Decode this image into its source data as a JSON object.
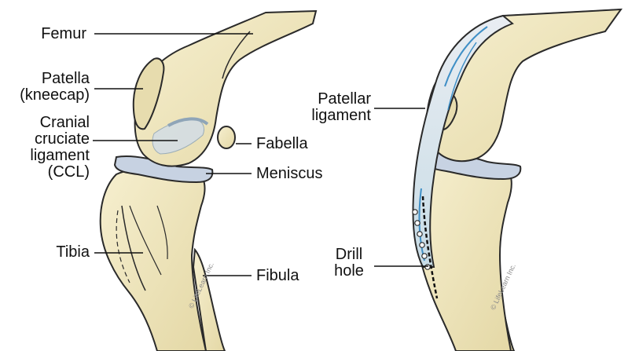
{
  "labels": {
    "femur": "Femur",
    "patella_line1": "Patella",
    "patella_line2": "(kneecap)",
    "ccl_line1": "Cranial",
    "ccl_line2": "cruciate",
    "ccl_line3": "ligament",
    "ccl_line4": "(CCL)",
    "fabella": "Fabella",
    "meniscus": "Meniscus",
    "tibia": "Tibia",
    "fibula": "Fibula",
    "patellar_ligament_line1": "Patellar",
    "patellar_ligament_line2": "ligament",
    "drill_hole_line1": "Drill",
    "drill_hole_line2": "hole"
  },
  "copyright": "© LifeLearn Inc.",
  "colors": {
    "bone": "#efe6bf",
    "bone_shadow": "#d9cd98",
    "outline": "#2a2a2a",
    "cartilage": "#c7d2e2",
    "ligament_accent": "#3f8fc6",
    "muscle": "#d84a5e"
  }
}
